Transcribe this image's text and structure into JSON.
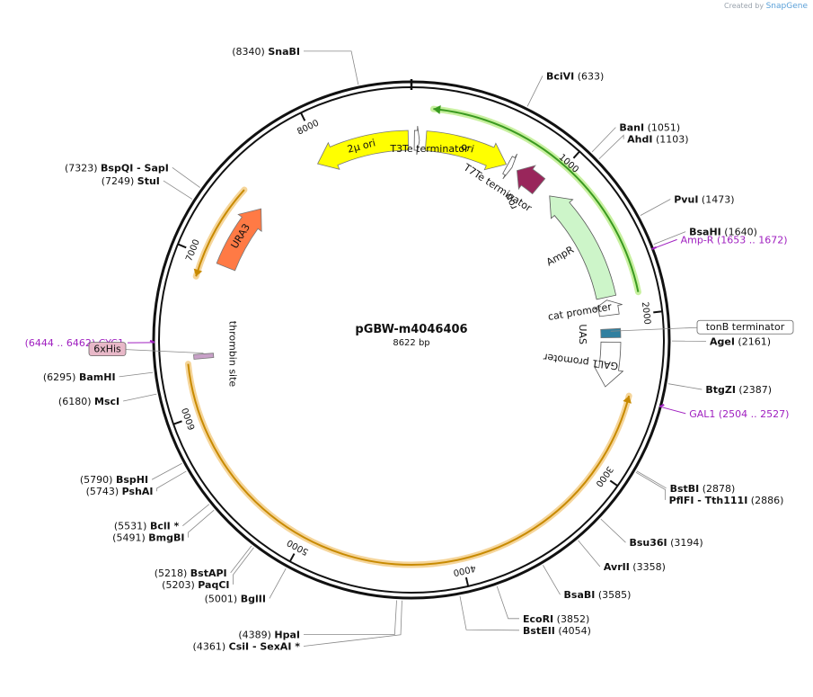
{
  "credit": {
    "prefix": "Created by",
    "brand": "SnapGene"
  },
  "plasmid": {
    "name": "pGBW-m4046406",
    "length_label": "8622 bp",
    "length": 8622
  },
  "ticks": [
    {
      "label": "1000",
      "bp": 1000
    },
    {
      "label": "2000",
      "bp": 2000
    },
    {
      "label": "3000",
      "bp": 3000
    },
    {
      "label": "4000",
      "bp": 4000
    },
    {
      "label": "5000",
      "bp": 5000
    },
    {
      "label": "6000",
      "bp": 6000
    },
    {
      "label": "7000",
      "bp": 7000
    },
    {
      "label": "8000",
      "bp": 8000
    }
  ],
  "enzymes": [
    {
      "name": "SnaBI",
      "pos": "(8340)",
      "side": "left",
      "bp": 8340
    },
    {
      "name": "BciVI",
      "pos": "(633)",
      "side": "right",
      "bp": 633
    },
    {
      "name": "BanI",
      "pos": "(1051)",
      "side": "right",
      "bp": 1051
    },
    {
      "name": "AhdI",
      "pos": "(1103)",
      "side": "right",
      "bp": 1103
    },
    {
      "name": "PvuI",
      "pos": "(1473)",
      "side": "right",
      "bp": 1473
    },
    {
      "name": "BsaHI",
      "pos": "(1640)",
      "side": "right",
      "bp": 1640
    },
    {
      "name": "AgeI",
      "pos": "(2161)",
      "side": "right",
      "bp": 2161
    },
    {
      "name": "BtgZI",
      "pos": "(2387)",
      "side": "right",
      "bp": 2387
    },
    {
      "name": "BstBI",
      "pos": "(2878)",
      "side": "right",
      "bp": 2878
    },
    {
      "name": "PflFI  - Tth111I",
      "pos": "(2886)",
      "side": "right",
      "bp": 2886
    },
    {
      "name": "Bsu36I",
      "pos": "(3194)",
      "side": "right",
      "bp": 3194
    },
    {
      "name": "AvrII",
      "pos": "(3358)",
      "side": "right",
      "bp": 3358
    },
    {
      "name": "BsaBI",
      "pos": "(3585)",
      "side": "right",
      "bp": 3585
    },
    {
      "name": "EcoRI",
      "pos": "(3852)",
      "side": "right",
      "bp": 3852
    },
    {
      "name": "BstEII",
      "pos": "(4054)",
      "side": "right",
      "bp": 4054
    },
    {
      "name": "CsiI  - SexAI *",
      "pos": "(4361)",
      "side": "right",
      "bp": 4361
    },
    {
      "name": "HpaI",
      "pos": "(4389)",
      "side": "left",
      "bp": 4389
    },
    {
      "name": "BglII",
      "pos": "(5001)",
      "side": "left",
      "bp": 5001
    },
    {
      "name": "PaqCI",
      "pos": "(5203)",
      "side": "left",
      "bp": 5203
    },
    {
      "name": "BstAPI",
      "pos": "(5218)",
      "side": "left",
      "bp": 5218
    },
    {
      "name": "BmgBI",
      "pos": "(5491)",
      "side": "left",
      "bp": 5491
    },
    {
      "name": "BclI *",
      "pos": "(5531)",
      "side": "left",
      "bp": 5531
    },
    {
      "name": "PshAI",
      "pos": "(5743)",
      "side": "left",
      "bp": 5743
    },
    {
      "name": "BspHI",
      "pos": "(5790)",
      "side": "left",
      "bp": 5790
    },
    {
      "name": "MscI",
      "pos": "(6180)",
      "side": "left",
      "bp": 6180
    },
    {
      "name": "BamHI",
      "pos": "(6295)",
      "side": "left",
      "bp": 6295
    },
    {
      "name": "StuI",
      "pos": "(7249)",
      "side": "left",
      "bp": 7249
    },
    {
      "name": "BspQI  - SapI",
      "pos": "(7323)",
      "side": "left",
      "bp": 7323
    }
  ],
  "primers": [
    {
      "name": "Amp-R",
      "range": "(1653 .. 1672)",
      "color": "#a020c0",
      "bp": 1660
    },
    {
      "name": "GAL1",
      "range": "(2504 .. 2527)",
      "color": "#a020c0",
      "bp": 2515
    },
    {
      "name": "CYC1",
      "range": "(6444 .. 6462)",
      "color": "#a020c0",
      "bp": 6453
    }
  ],
  "boxed_features": [
    {
      "name": "tonB terminator",
      "style": "outline",
      "bp": 2095
    },
    {
      "name": "6xHis",
      "style": "filled",
      "bp": 6380
    }
  ],
  "features": [
    {
      "name": "2µ ori",
      "start": 7950,
      "end": 8600,
      "dir": -1,
      "color": "#ffff00",
      "label_mode": "curved"
    },
    {
      "name": "ori",
      "start": 100,
      "end": 680,
      "dir": 1,
      "color": "#ffff00",
      "label_mode": "curved"
    },
    {
      "name": "URA3",
      "start": 6980,
      "end": 7450,
      "dir": 1,
      "color": "#ff7a45",
      "label_mode": "curved"
    },
    {
      "name": "rop",
      "start": 765,
      "end": 950,
      "dir": -1,
      "color": "#99265b",
      "label_mode": "text"
    },
    {
      "name": "AmpR",
      "start": 1050,
      "end": 1860,
      "dir": -1,
      "color": "#cdf5c9",
      "label_mode": "text"
    },
    {
      "name": "cat promoter",
      "start": 1880,
      "end": 1985,
      "dir": -1,
      "color": "#ffffff",
      "label_mode": "text"
    },
    {
      "name": "GAL1 promoter",
      "start": 2170,
      "end": 2480,
      "dir": 1,
      "color": "#ffffff",
      "label_mode": "text"
    },
    {
      "name": "T3Te terminator",
      "start": 20,
      "end": 55,
      "dir": 1,
      "color": "#ffffff",
      "label_mode": "text"
    },
    {
      "name": "T7Te terminator",
      "start": 690,
      "end": 725,
      "dir": 1,
      "color": "#ffffff",
      "label_mode": "text"
    },
    {
      "name": "UAS",
      "start": 2080,
      "end": 2140,
      "dir": 0,
      "color": "#3080a0",
      "label_mode": "text"
    },
    {
      "name": "thrombin site",
      "start": 6345,
      "end": 6375,
      "dir": 0,
      "color": "#c8a0c8",
      "label_mode": "text"
    }
  ],
  "orfs": [
    {
      "start": 130,
      "end": 1870,
      "dir": -1,
      "color": "#3a9a20"
    },
    {
      "start": 2500,
      "end": 6320,
      "dir": -1,
      "color": "#c88a00"
    },
    {
      "start": 6860,
      "end": 7470,
      "dir": -1,
      "color": "#c88a00"
    }
  ],
  "colors": {
    "backbone": "#000000",
    "glow_green": "#c8f0a0",
    "glow_orange": "#f5d59a"
  }
}
